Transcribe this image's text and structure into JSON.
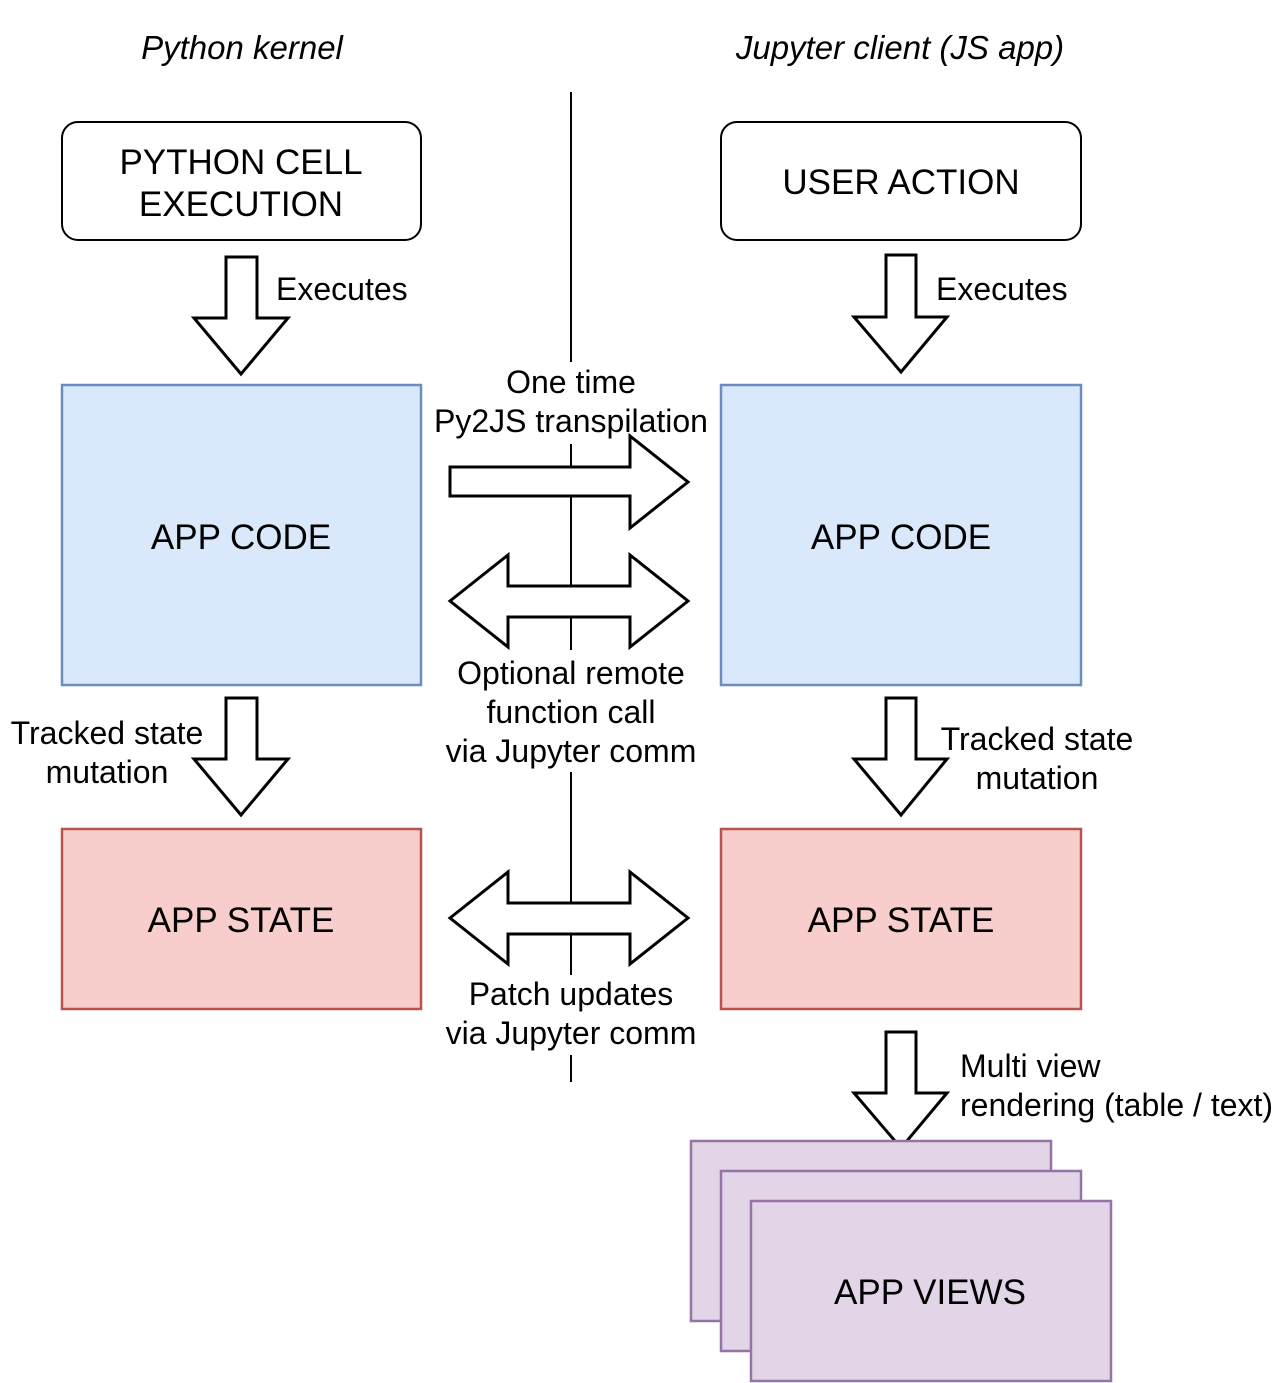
{
  "columns": {
    "left_header": "Python kernel",
    "right_header": "Jupyter client (JS app)"
  },
  "boxes": {
    "python_cell_line1": "PYTHON CELL",
    "python_cell_line2": "EXECUTION",
    "user_action": "USER ACTION",
    "app_code_left": "APP CODE",
    "app_code_right": "APP CODE",
    "app_state_left": "APP STATE",
    "app_state_right": "APP STATE",
    "app_views": "APP VIEWS"
  },
  "labels": {
    "executes_left": "Executes",
    "executes_right": "Executes",
    "transpile_line1": "One time",
    "transpile_line2": "Py2JS transpilation",
    "rfc_line1": "Optional remote",
    "rfc_line2": "function call",
    "rfc_line3": "via Jupyter comm",
    "tracked_left_line1": "Tracked state",
    "tracked_left_line2": "mutation",
    "tracked_right_line1": "Tracked state",
    "tracked_right_line2": "mutation",
    "patch_line1": "Patch updates",
    "patch_line2": "via Jupyter comm",
    "multiview_line1": "Multi view",
    "multiview_line2": "rendering (table / text)"
  },
  "colors": {
    "code_fill": "#dae8fc",
    "code_stroke": "#6c8ebf",
    "state_fill": "#f8cecc",
    "state_stroke": "#b85450",
    "views_fill": "#e1d5e7",
    "views_stroke": "#9673a6"
  }
}
